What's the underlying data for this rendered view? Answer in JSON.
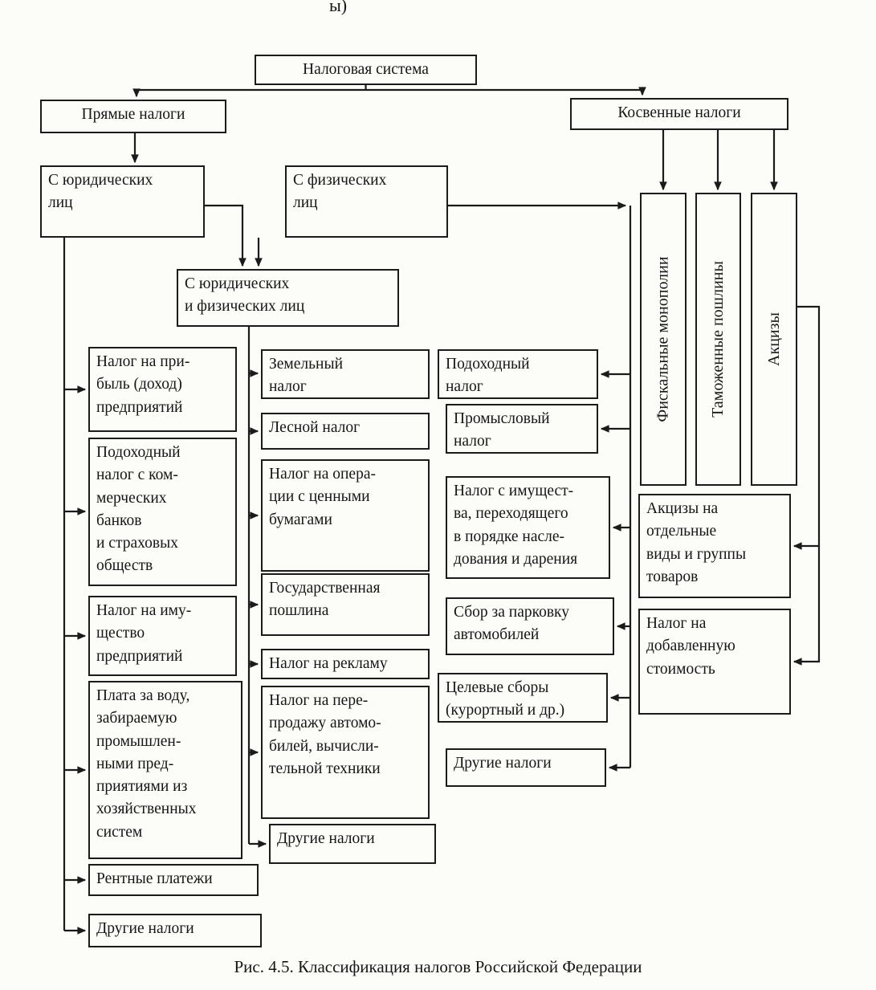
{
  "figure": {
    "caption": "Рис. 4.5. Классификация налогов Российской Федерации",
    "fragment_top": "ы)"
  },
  "nodes": {
    "tax_system": {
      "label": "Налоговая система"
    },
    "pryamye": {
      "label": "Прямые налоги"
    },
    "kosvennye": {
      "label": "Косвенные налоги"
    },
    "s_yur": {
      "label": "С юридических\nлиц"
    },
    "s_fiz": {
      "label": "С физических\nлиц"
    },
    "s_yur_fiz": {
      "label": "С юридических\nи физических лиц"
    },
    "fiskalnye": {
      "label": "Фискальные монополии"
    },
    "tamozhennye": {
      "label": "Таможенные пошлины"
    },
    "aktsizy": {
      "label": "Акцизы"
    },
    "pribyl": {
      "label": "Налог на при-\nбыль (доход)\nпредприятий"
    },
    "podohod_bank": {
      "label": "Подоходный\nналог с ком-\nмерческих\nбанков\nи страховых\nобществ"
    },
    "imushchestvo": {
      "label": "Налог на иму-\nщество\nпредприятий"
    },
    "plata_voda": {
      "label": "Плата за воду,\nзабираемую\nпромышлен-\nными пред-\nприятиями из\nхозяйственных\nсистем"
    },
    "rentnye": {
      "label": "Рентные платежи"
    },
    "drugie_left": {
      "label": "Другие налоги"
    },
    "zemelny": {
      "label": "Земельный\nналог"
    },
    "lesnoy": {
      "label": "Лесной налог"
    },
    "operatsii": {
      "label": "Налог на опера-\nции с ценными\nбумагами"
    },
    "gosposhlina": {
      "label": "Государственная\nпошлина"
    },
    "reklama": {
      "label": "Налог на рекламу"
    },
    "pereprodazha": {
      "label": "Налог на пере-\nпродажу автомо-\nбилей, вычисли-\nтельной техники"
    },
    "drugie_mid": {
      "label": "Другие налоги"
    },
    "podohodny": {
      "label": "Подоходный\nналог"
    },
    "promyslovy": {
      "label": "Промысловый\nналог"
    },
    "nasledstvo": {
      "label": "Налог с имущест-\nва, переходящего\nв порядке насле-\nдования и дарения"
    },
    "parkovka": {
      "label": "Сбор за парковку\nавтомобилей"
    },
    "tselevye": {
      "label": "Целевые сборы\n(курортный и др.)"
    },
    "drugie_rmid": {
      "label": "Другие налоги"
    },
    "aktsizy_tovary": {
      "label": "Акцизы на\nотдельные\nвиды и группы\nтоваров"
    },
    "nds": {
      "label": "Налог на\nдобавленную\nстоимость"
    }
  }
}
